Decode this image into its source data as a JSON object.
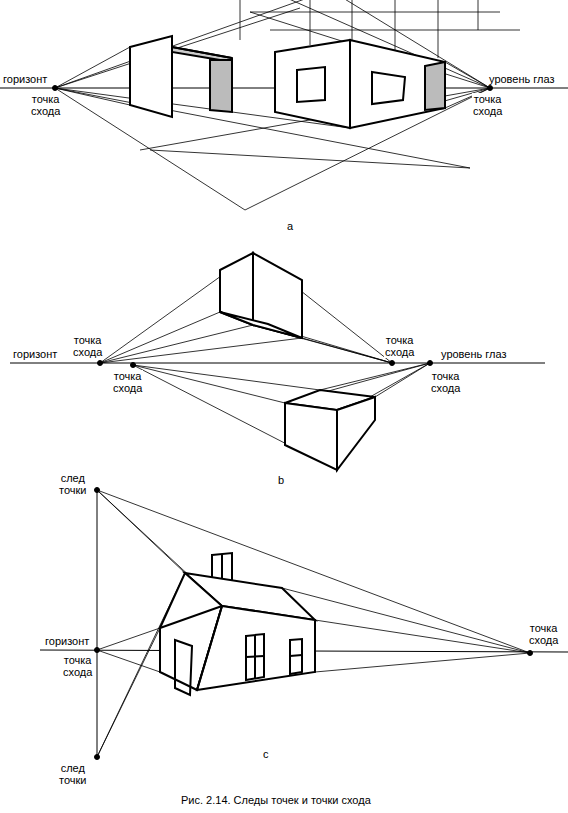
{
  "diagram": {
    "caption": "Рис. 2.14. Следы точек и точки схода",
    "labels": [
      "горизонт",
      "точка схода",
      "уровень глаз",
      "точка схода",
      "a",
      "точка схода",
      "горизонт",
      "точка схода",
      "уровень глаз",
      "точка схода",
      "точка схода",
      "b",
      "след точки",
      "горизонт",
      "точка схода",
      "точка схода",
      "след точки",
      "c"
    ]
  }
}
